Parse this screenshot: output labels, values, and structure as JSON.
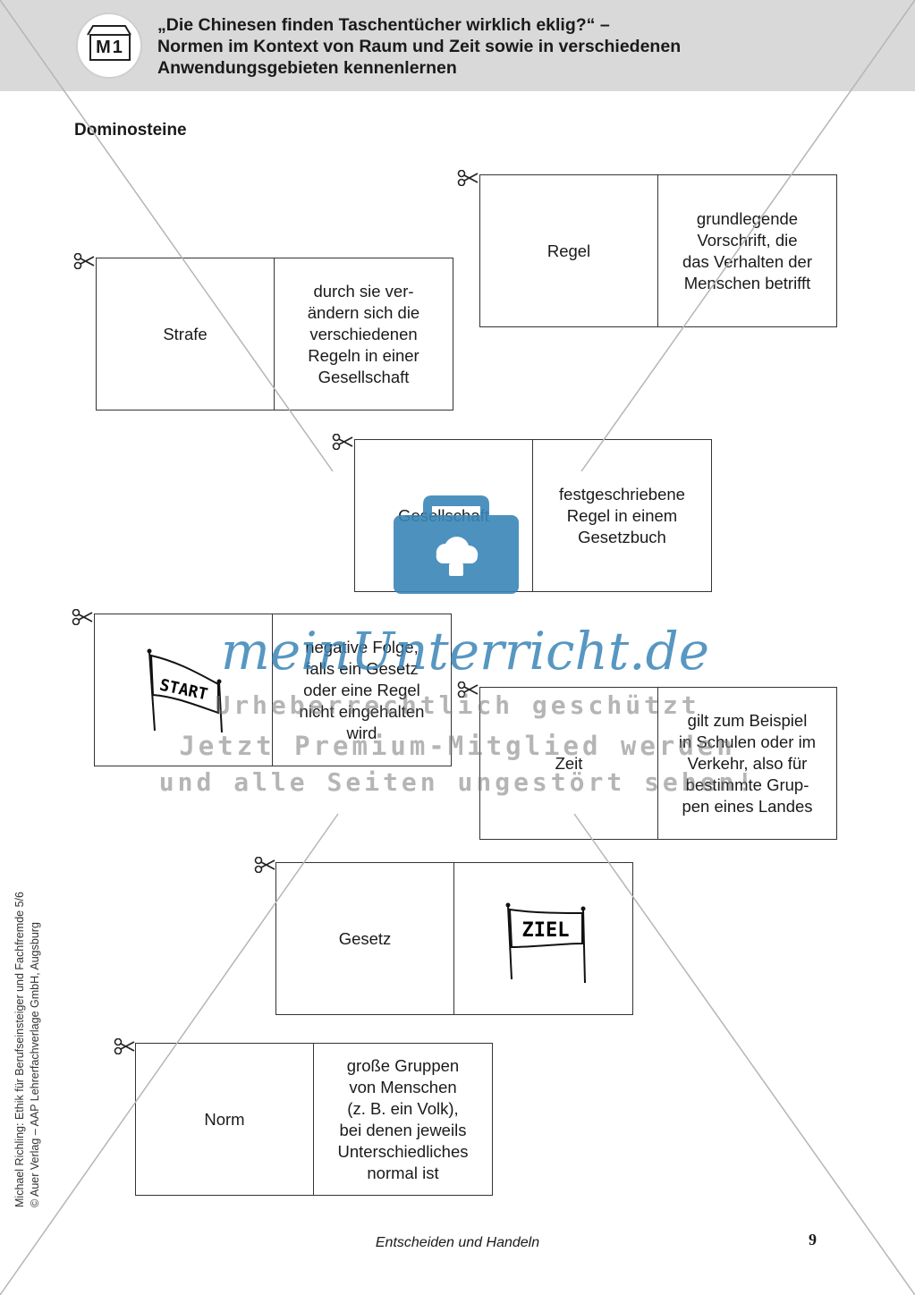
{
  "header": {
    "badge": "M1",
    "title_lines": [
      "„Die Chinesen finden Taschentücher wirklich eklig?“ –",
      "Normen im Kontext von Raum und Zeit sowie in verschiedenen",
      "Anwendungsgebieten kennenlernen"
    ]
  },
  "section_heading": "Dominosteine",
  "dominoes": [
    {
      "left": "Regel",
      "right": "grundlegende\nVorschrift, die\ndas Verhalten der\nMenschen betrifft"
    },
    {
      "left": "Strafe",
      "right": "durch sie ver-\nändern sich die\nverschiedenen\nRegeln in einer\nGesellschaft"
    },
    {
      "left": "Gesellschaft",
      "right": "festgeschriebene\nRegel in einem\nGesetzbuch"
    },
    {
      "left_flag": "START",
      "right": "negative Folge,\nfalls ein Gesetz\noder eine Regel\nnicht eingehalten\nwird"
    },
    {
      "left": "Zeit",
      "right": "gilt zum Beispiel\nin Schulen oder im\nVerkehr, also für\nbestimmte Grup-\npen eines Landes"
    },
    {
      "left": "Gesetz",
      "right_flag": "ZIEL"
    },
    {
      "left": "Norm",
      "right": "große Gruppen\nvon Menschen\n(z. B. ein Volk),\nbei denen jeweils\nUnterschiedliches\nnormal ist"
    }
  ],
  "watermark": {
    "logo_text": "meinUnterricht.de",
    "line1": "Urheberrechtlich geschützt",
    "line2": "Jetzt Premium-Mitglied werden",
    "line3": "und alle Seiten ungestört sehen!"
  },
  "sidebar": {
    "line1": "Michael Richling: Ethik für Berufseinsteiger und Fachfremde 5/6",
    "line2": "© Auer Verlag – AAP Lehrerfachverlage GmbH, Augsburg"
  },
  "footer": {
    "center": "Entscheiden und Handeln",
    "page_number": "9"
  },
  "colors": {
    "header_bg": "#d9d9d9",
    "watermark_blue": "#3a86b8",
    "watermark_gray": "#8a8a8a"
  },
  "icons": [
    "scissors-icon",
    "flag-icon",
    "briefcase-cloud-icon"
  ]
}
